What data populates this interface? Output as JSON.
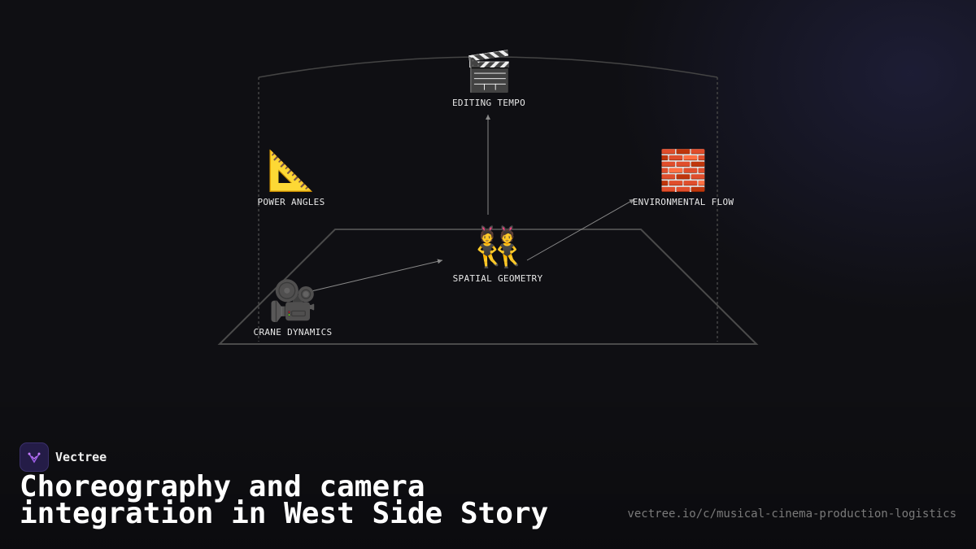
{
  "diagram": {
    "nodes": {
      "editing_tempo": {
        "icon": "🎬",
        "icon_name": "clapper-board-icon",
        "label": "EDITING TEMPO"
      },
      "power_angles": {
        "icon": "📐",
        "icon_name": "triangular-ruler-icon",
        "label": "POWER ANGLES"
      },
      "environmental_flow": {
        "icon": "🧱",
        "icon_name": "brick-wall-icon",
        "label": "ENVIRONMENTAL FLOW"
      },
      "spatial_geometry": {
        "icon": "👯",
        "icon_name": "dancers-icon",
        "label": "SPATIAL GEOMETRY"
      },
      "crane_dynamics": {
        "icon": "🎥",
        "icon_name": "movie-camera-icon",
        "label": "CRANE DYNAMICS"
      }
    },
    "colors": {
      "background": "#0f0f13",
      "stage_lines": "#4a4a4a",
      "arrows": "#8a8a8a"
    }
  },
  "brand": {
    "name": "Vectree",
    "logo_icon": "vectree-logo-icon",
    "accent": "#9b5de5"
  },
  "title": "Choreography and camera integration in West Side Story",
  "url": "vectree.io/c/musical-cinema-production-logistics"
}
